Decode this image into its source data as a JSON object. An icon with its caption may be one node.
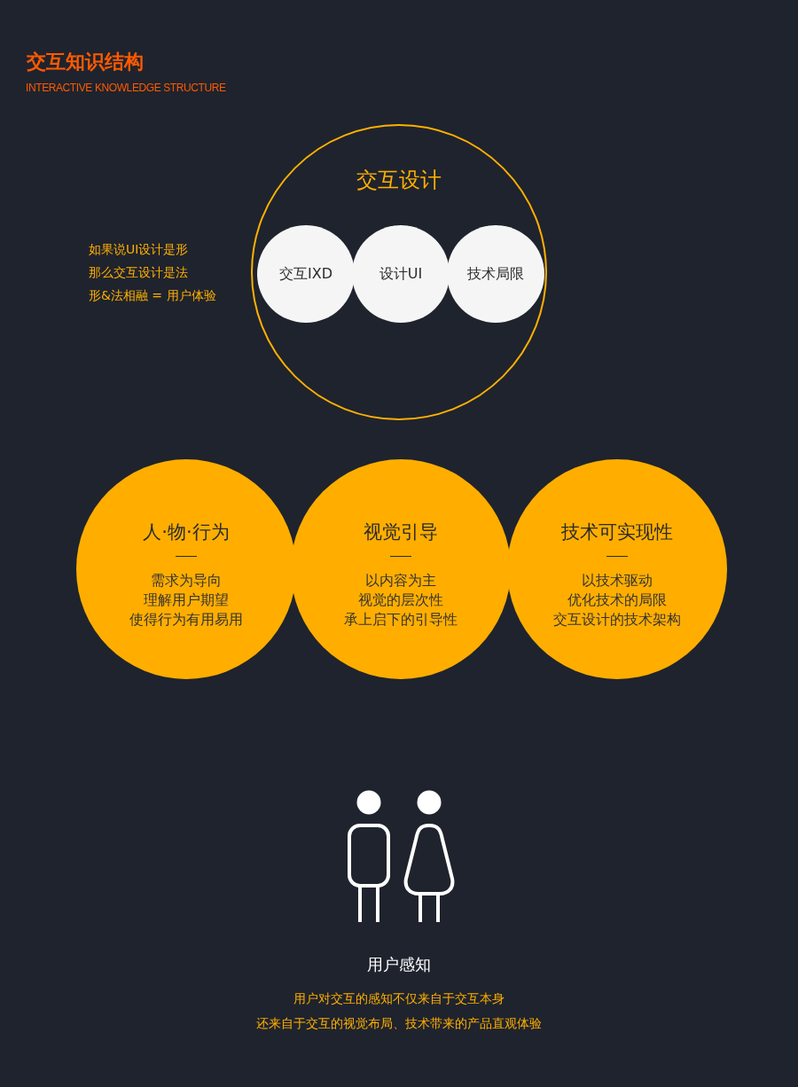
{
  "diagram": {
    "title": "交互知识结构",
    "nodes": [
      {
        "text": [
          "交互设计"
        ]
      },
      {
        "text": [
          "交互IXD"
        ],
        "in": 0
      },
      {
        "text": [
          "设计UI"
        ],
        "in": 0
      },
      {
        "text": [
          "技术局限"
        ],
        "in": 0
      },
      {
        "text": [
          "人·物·行为",
          "需求为导向",
          "理解用户期望",
          "使得行为有用易用"
        ]
      },
      {
        "text": [
          "视觉引导",
          "以内容为主",
          "视觉的层次性",
          "承上启下的引导性"
        ]
      },
      {
        "text": [
          "技术可实现性",
          "以技术驱动",
          "优化技术的局限",
          "交互设计的技术架构"
        ]
      }
    ],
    "labels": [
      "INTERACTIVE KNOWLEDGE STRUCTURE",
      "如果说UI设计是形",
      "那么交互设计是法",
      "形&法相融 = 用户体验",
      "用户感知",
      "用户对交互的感知不仅来自于交互本身",
      "还来自于交互的视觉布局、技术带来的产品直观体验"
    ]
  }
}
